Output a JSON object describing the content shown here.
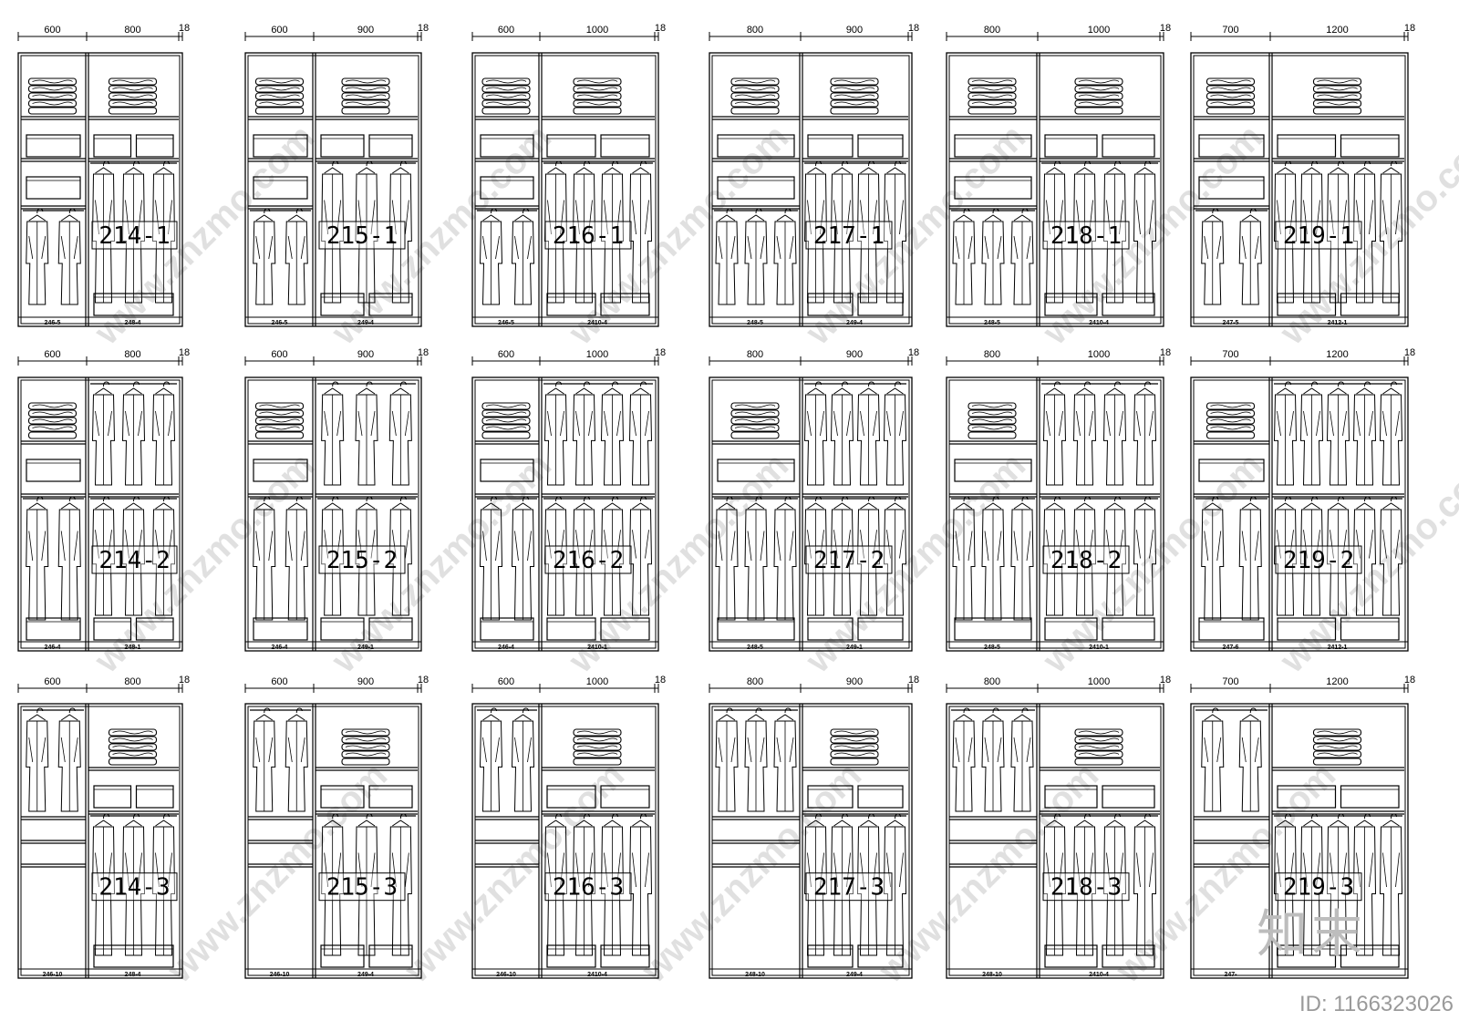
{
  "drawing": {
    "thickness_label": "18",
    "rows": [
      {
        "row": 1,
        "units": [
          {
            "label": "214-1",
            "left_width": "600",
            "right_width": "800",
            "left_code": "246-5",
            "right_code": "248-4"
          },
          {
            "label": "215-1",
            "left_width": "600",
            "right_width": "900",
            "left_code": "246-5",
            "right_code": "249-4"
          },
          {
            "label": "216-1",
            "left_width": "600",
            "right_width": "1000",
            "left_code": "246-5",
            "right_code": "2410-4"
          },
          {
            "label": "217-1",
            "left_width": "800",
            "right_width": "900",
            "left_code": "248-5",
            "right_code": "249-4"
          },
          {
            "label": "218-1",
            "left_width": "800",
            "right_width": "1000",
            "left_code": "248-5",
            "right_code": "2410-4"
          },
          {
            "label": "219-1",
            "left_width": "700",
            "right_width": "1200",
            "left_code": "247-5",
            "right_code": "2412-1"
          }
        ]
      },
      {
        "row": 2,
        "units": [
          {
            "label": "214-2",
            "left_width": "600",
            "right_width": "800",
            "left_code": "246-4",
            "right_code": "248-1"
          },
          {
            "label": "215-2",
            "left_width": "600",
            "right_width": "900",
            "left_code": "246-4",
            "right_code": "249-1"
          },
          {
            "label": "216-2",
            "left_width": "600",
            "right_width": "1000",
            "left_code": "246-4",
            "right_code": "2410-1"
          },
          {
            "label": "217-2",
            "left_width": "800",
            "right_width": "900",
            "left_code": "248-5",
            "right_code": "249-1"
          },
          {
            "label": "218-2",
            "left_width": "800",
            "right_width": "1000",
            "left_code": "248-5",
            "right_code": "2410-1"
          },
          {
            "label": "219-2",
            "left_width": "700",
            "right_width": "1200",
            "left_code": "247-6",
            "right_code": "2412-1"
          }
        ]
      },
      {
        "row": 3,
        "units": [
          {
            "label": "214-3",
            "left_width": "600",
            "right_width": "800",
            "left_code": "246-10",
            "right_code": "248-4"
          },
          {
            "label": "215-3",
            "left_width": "600",
            "right_width": "900",
            "left_code": "246-10",
            "right_code": "249-4"
          },
          {
            "label": "216-3",
            "left_width": "600",
            "right_width": "1000",
            "left_code": "246-10",
            "right_code": "2410-4"
          },
          {
            "label": "217-3",
            "left_width": "800",
            "right_width": "900",
            "left_code": "248-10",
            "right_code": "249-4"
          },
          {
            "label": "218-3",
            "left_width": "800",
            "right_width": "1000",
            "left_code": "248-10",
            "right_code": "2410-4"
          },
          {
            "label": "219-3",
            "left_width": "700",
            "right_width": "1200",
            "left_code": "247-",
            "right_code": ""
          }
        ]
      }
    ]
  },
  "watermark": {
    "text": "www.znzmo.com",
    "brand_logo": "知末",
    "id_text": "ID: 1166323026"
  }
}
